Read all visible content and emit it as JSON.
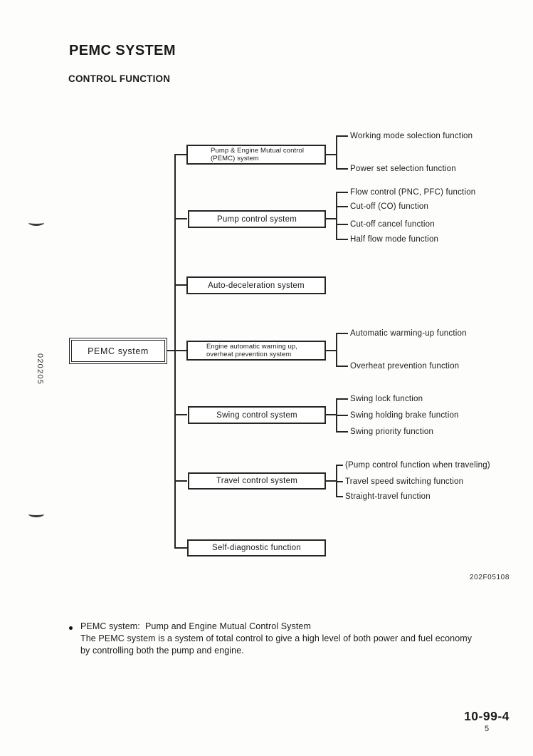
{
  "colors": {
    "ink": "#1b1b1b",
    "paper": "#fdfdfc"
  },
  "header": {
    "title": "PEMC SYSTEM",
    "subtitle": "CONTROL FUNCTION"
  },
  "margin": {
    "code": "020205"
  },
  "diagram": {
    "root_label": "PEMC system",
    "boxes": {
      "pemc_mutual": {
        "line1": "Pump & Engine Mutual control",
        "line2": "(PEMC) system"
      },
      "pump": {
        "label": "Pump control system"
      },
      "auto_decel": {
        "label": "Auto-deceleration system"
      },
      "engine_warm": {
        "line1": "Engine automatic warning up,",
        "line2": "overheat prevention system"
      },
      "swing": {
        "label": "Swing control system"
      },
      "travel": {
        "label": "Travel control system"
      },
      "self_diag": {
        "label": "Self-diagnostic function"
      }
    },
    "leaves": {
      "pemc_mutual": [
        "Working mode solection function",
        "Power set selection function"
      ],
      "pump": [
        "Flow control (PNC, PFC) function",
        "Cut-off (CO) function",
        "Cut-off cancel function",
        "Half flow mode function"
      ],
      "engine_warm": [
        "Automatic warming-up function",
        "Overheat prevention function"
      ],
      "swing": [
        "Swing lock function",
        "Swing holding brake function",
        "Swing priority function"
      ],
      "travel": [
        "(Pump control function when traveling)",
        "Travel speed switching function",
        "Straight-travel function"
      ]
    },
    "figure_code": "202F05108"
  },
  "notes": {
    "bullet_title": "PEMC system:  Pump and Engine Mutual Control System",
    "body_line1": "The PEMC system is a system of total control to give a high level of both power and fuel economy",
    "body_line2": "by controlling both the pump and engine."
  },
  "footer": {
    "page_number": "10-99-4",
    "sub_number": "5"
  }
}
